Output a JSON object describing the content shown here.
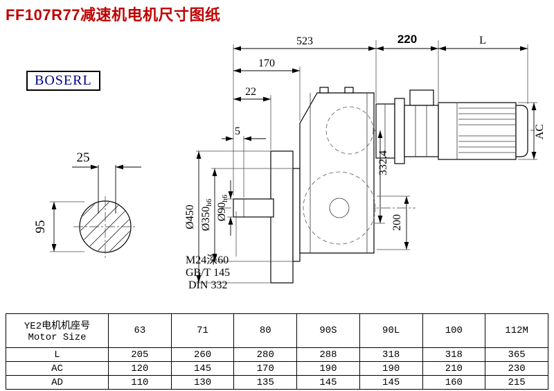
{
  "page": {
    "title": "FF107R77减速机电机尺寸图纸",
    "brand": "BOSERL"
  },
  "colors": {
    "title_red": "#c00000",
    "brand_blue": "#00008b",
    "line_black": "#000000"
  },
  "dimensions": {
    "total_length": "523",
    "motor_flange": "220",
    "motor_length": "L",
    "dim_170": "170",
    "dim_22": "22",
    "dim_5": "5",
    "key_width": "25",
    "shaft_dia": "95",
    "flange_dia": "Ø450",
    "spigot_dia": "Ø350",
    "spigot_tol": "h6",
    "output_dia": "Ø90",
    "output_tol": "h6",
    "height_332": "332.4",
    "motor_ac": "AC",
    "dim_200": "200"
  },
  "notes": {
    "tap_hole": "M24深60",
    "std_gb": "GB/T 145",
    "std_din": "DIN 332"
  },
  "table": {
    "row_header_cn": "YE2电机机座号",
    "row_header_en": "Motor Size",
    "motor_sizes": [
      "63",
      "71",
      "80",
      "90S",
      "90L",
      "100",
      "112M"
    ],
    "rows": [
      {
        "label": "L",
        "values": [
          "205",
          "260",
          "280",
          "288",
          "318",
          "318",
          "365"
        ]
      },
      {
        "label": "AC",
        "values": [
          "120",
          "145",
          "170",
          "190",
          "190",
          "210",
          "230"
        ]
      },
      {
        "label": "AD",
        "values": [
          "110",
          "130",
          "135",
          "145",
          "145",
          "160",
          "215"
        ]
      }
    ]
  }
}
